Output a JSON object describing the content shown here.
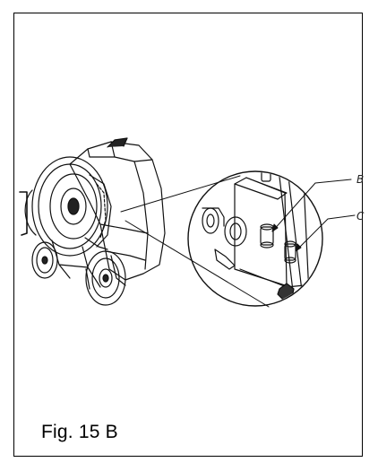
{
  "figure": {
    "caption": "Fig. 15 B",
    "callouts": [
      {
        "label": "B"
      },
      {
        "label": "C"
      }
    ]
  },
  "colors": {
    "line": "#000000",
    "background": "#ffffff"
  }
}
